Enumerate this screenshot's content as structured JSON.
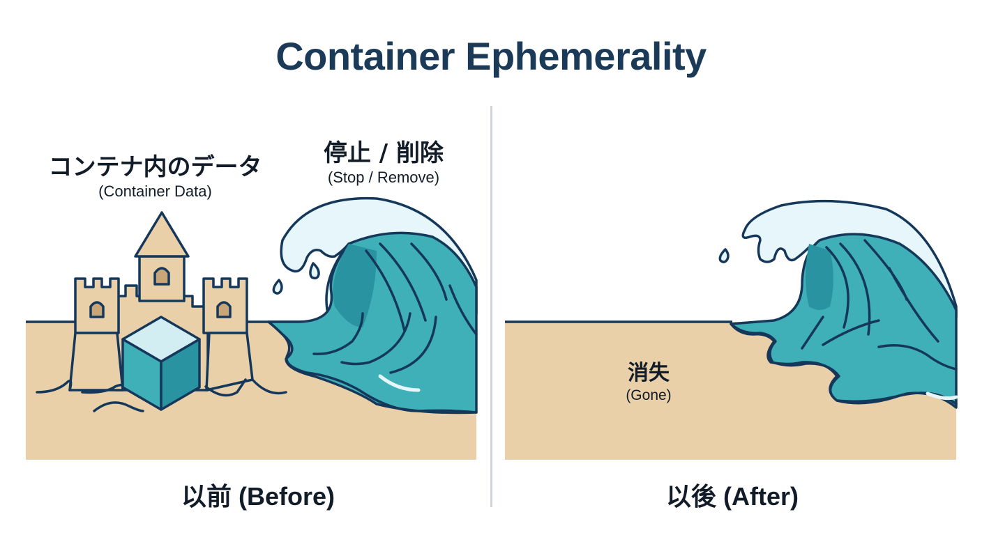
{
  "title": "Container Ephemerality",
  "colors": {
    "title": "#1b3a57",
    "outline": "#15385a",
    "sand": "#ead0a8",
    "sand_dark": "#cfae84",
    "water_teal": "#3fb0b7",
    "water_dark": "#2a93a1",
    "foam": "#e6f6fb",
    "cube_top": "#d3eef3",
    "divider": "#cfd4dc"
  },
  "before": {
    "caption_jp": "以前",
    "caption_en": "(Before)",
    "data_label_jp": "コンテナ内のデータ",
    "data_label_en": "(Container Data)",
    "action_label_jp": "停止 / 削除",
    "action_label_en": "(Stop / Remove)",
    "illustration": [
      "sandcastle-icon",
      "data-cube-icon",
      "wave-icon"
    ]
  },
  "after": {
    "caption_jp": "以後",
    "caption_en": "(After)",
    "status_label_jp": "消失",
    "status_label_en": "(Gone)",
    "illustration": [
      "wave-icon",
      "empty-beach"
    ]
  }
}
